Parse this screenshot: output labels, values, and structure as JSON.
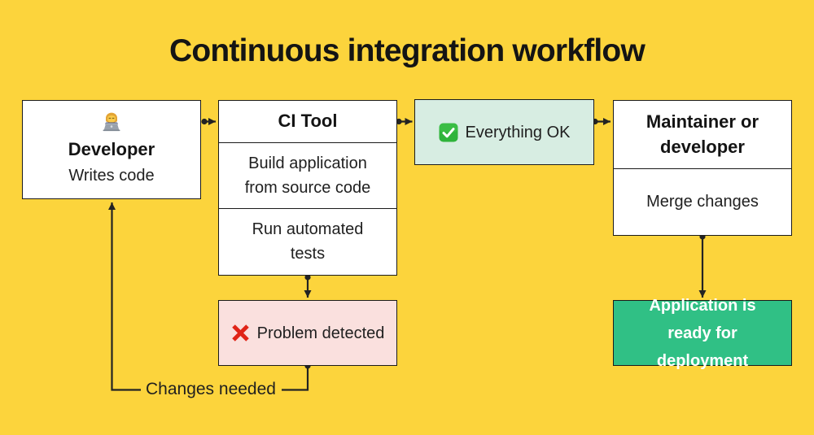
{
  "title": "Continuous integration workflow",
  "colors": {
    "background": "#FCD43C",
    "box_border": "#1B1B1B",
    "ok_box_bg": "#D7EDE2",
    "problem_box_bg": "#FAE0DE",
    "deploy_box_bg": "#30C085",
    "deploy_text": "#FFFFFF",
    "connector": "#232323",
    "check_icon_green": "#2FB43B",
    "cross_icon_red": "#E02417"
  },
  "nodes": {
    "developer": {
      "icon": "woman-technologist-emoji",
      "title": "Developer",
      "subtitle": "Writes code"
    },
    "ci_tool": {
      "title": "CI Tool",
      "steps": [
        "Build application from source code",
        "Run automated tests"
      ]
    },
    "everything_ok": {
      "icon": "check-mark-button-emoji",
      "label": "Everything OK"
    },
    "maintainer": {
      "title": "Maintainer or developer",
      "subtitle": "Merge changes"
    },
    "problem": {
      "icon": "cross-mark-emoji",
      "label": "Problem detected"
    },
    "deploy": {
      "label": "Application is ready for deployment"
    }
  },
  "edges": [
    {
      "from": "developer",
      "to": "ci_tool",
      "label": ""
    },
    {
      "from": "ci_tool",
      "to": "everything_ok",
      "label": ""
    },
    {
      "from": "everything_ok",
      "to": "maintainer",
      "label": ""
    },
    {
      "from": "ci_tool",
      "to": "problem",
      "label": ""
    },
    {
      "from": "maintainer",
      "to": "deploy",
      "label": ""
    },
    {
      "from": "problem",
      "to": "developer",
      "label": "Changes needed"
    }
  ],
  "labels": {
    "changes_needed": "Changes needed"
  }
}
